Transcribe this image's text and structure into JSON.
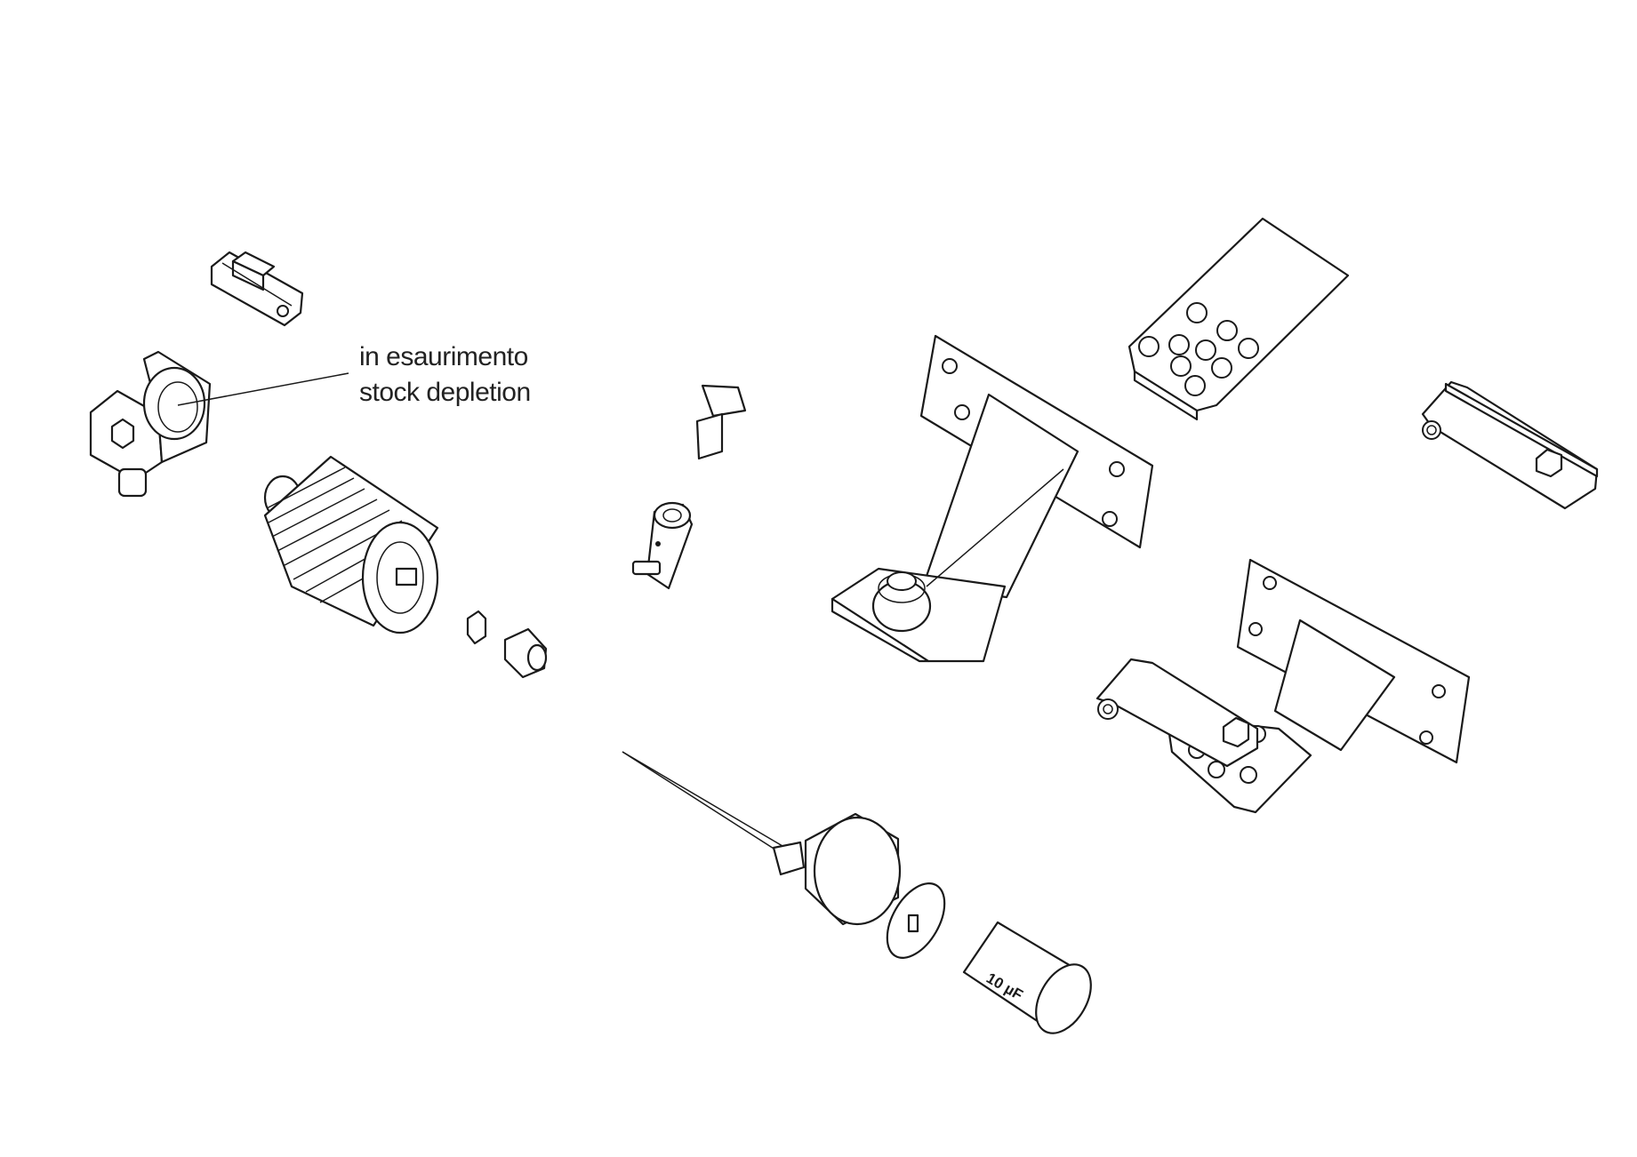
{
  "annotation": {
    "line1": "in esaurimento",
    "line2": "stock depletion"
  },
  "capacitor_label": "10 µF"
}
